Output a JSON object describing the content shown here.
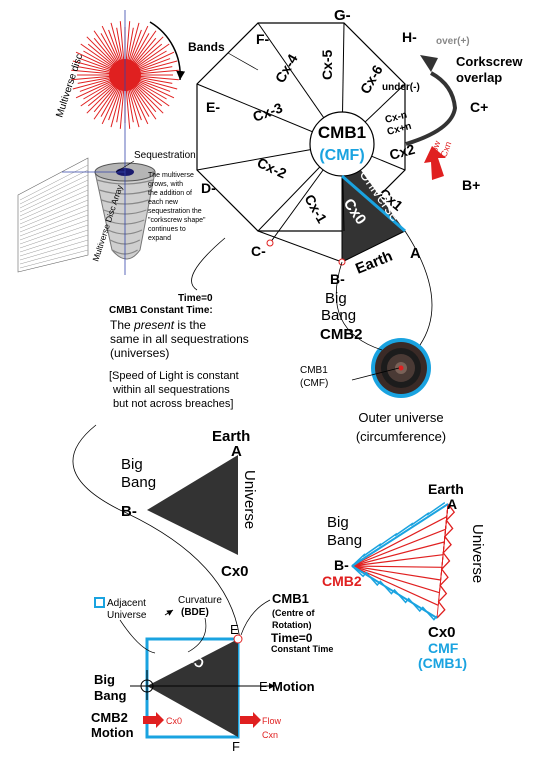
{
  "top": {
    "multiverse_disc": "Multiverse disc",
    "disc_array": "Multiverse Disc Array",
    "sequestration": "Sequestration",
    "growth_note": [
      "The multiverse",
      "grows, with",
      "the addition of",
      "each new",
      "sequestration the",
      "\"corkscrew shape\"",
      "continues to",
      "expand"
    ],
    "bands": "Bands",
    "octagon_vertices": {
      "G": "G-",
      "F": "F-",
      "H": "H-",
      "E": "E-",
      "Cplus": "C+",
      "D": "D-",
      "Bplus": "B+",
      "C": "C-",
      "B": "B-",
      "A": "A"
    },
    "sectors": [
      "Cx-5",
      "Cx-4",
      "Cx-6",
      "Cx-3",
      "Cx2",
      "Cx-2",
      "Cx1",
      "Cx-1"
    ],
    "center": {
      "title": "CMB1",
      "sub": "(CMF)"
    },
    "universe": "Universe",
    "cx0": "Cx0",
    "earth": "Earth",
    "over": "over(+)",
    "under": "under(-)",
    "corkscrew": [
      "Corkscrew",
      "overlap"
    ],
    "cx_minus_n": "Cx-n",
    "cx_plus_n": "Cx+n",
    "flow": "Flow",
    "cxn": "Cxn",
    "big_bang": [
      "Big",
      "Bang"
    ],
    "cmb2": "CMB2",
    "time0": "Time=0",
    "cmb1_constant": "CMB1 Constant Time:",
    "present_note": [
      "The",
      "present",
      " is the",
      "same in all sequestrations",
      "(universes)"
    ],
    "speed_note": [
      "[Speed of Light is constant",
      "within all sequestrations",
      "but not across breaches]"
    ],
    "outer_cmb1": [
      "CMB1",
      "(CMF)"
    ],
    "outer_universe": [
      "Outer universe",
      "(circumference)"
    ]
  },
  "mid": {
    "earth": "Earth",
    "a": "A",
    "big_bang": [
      "Big",
      "Bang"
    ],
    "b": "B-",
    "universe": "Universe",
    "cx0": "Cx0"
  },
  "right": {
    "earth": "Earth",
    "a": "A",
    "big_bang": [
      "Big",
      "Bang"
    ],
    "b": "B-",
    "cmb2": "CMB2",
    "universe": "Universe",
    "cx0": "Cx0",
    "cmf": "CMF",
    "cmb1": "(CMB1)",
    "colors": {
      "blue": "#1aa3e0",
      "red": "#e02020"
    }
  },
  "bottom": {
    "adjacent": [
      "Adjacent",
      "Universe"
    ],
    "curvature": [
      "Curvature",
      "(BDE)"
    ],
    "cmb1": "CMB1",
    "centre": [
      "(Centre of",
      "Rotation)"
    ],
    "time0": "Time=0",
    "constant": "Constant Time",
    "e": "E",
    "f": "F",
    "cx0": "Cx0",
    "big_bang": [
      "Big",
      "Bang"
    ],
    "cmb2": "CMB2",
    "motion": "Motion",
    "e_motion": "E",
    "motion2": "Motion",
    "cx0_arrow": "Cx0",
    "flow": "Flow",
    "cxn": "Cxn"
  }
}
